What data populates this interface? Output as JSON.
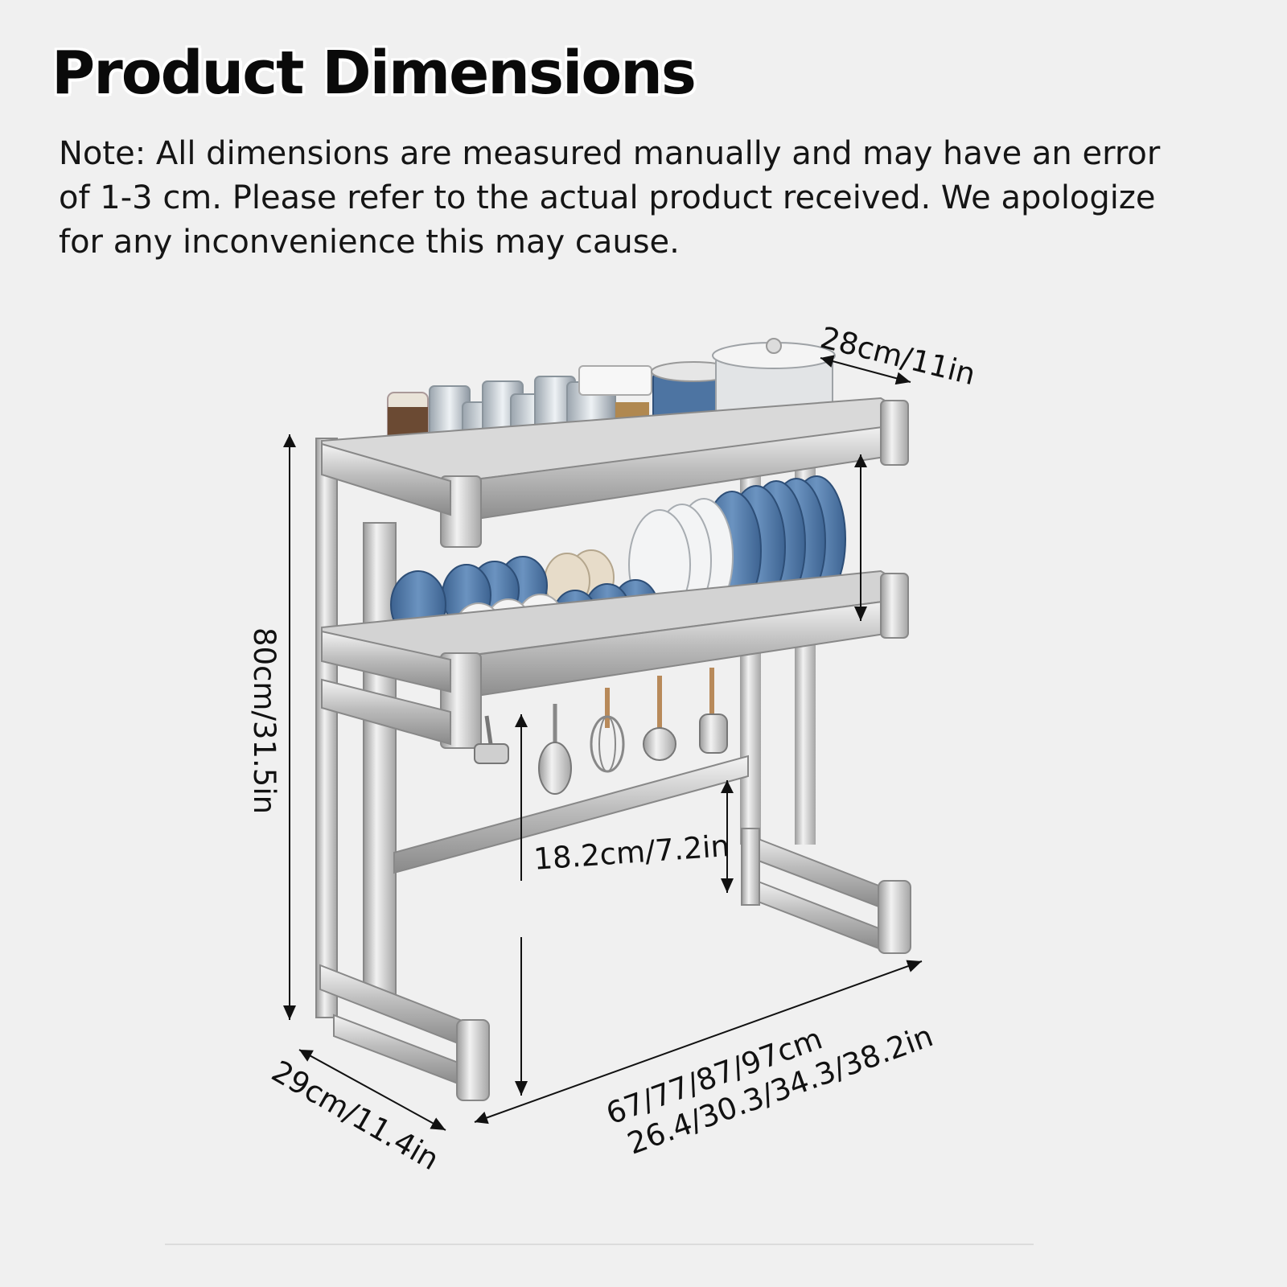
{
  "header": {
    "title": "Product Dimensions",
    "note": "Note: All dimensions are measured manually and may have an error of 1-3 cm. Please refer to the actual product received. We apologize for any inconvenience this may cause."
  },
  "dimensions": {
    "top_depth": "28cm/11in",
    "height": "80cm/31.5in",
    "shelf_gap": "18.2cm/7.2in",
    "base_depth": "29cm/11.4in",
    "width_cm": "67/77/87/97cm",
    "width_in": "26.4/30.3/34.3/38.2in"
  },
  "colors": {
    "background": "#f0f0f0",
    "steel": "#c9c9c9",
    "steel_dark": "#8e8e8e",
    "plate_blue": "#4f79a8",
    "text": "#111111"
  }
}
